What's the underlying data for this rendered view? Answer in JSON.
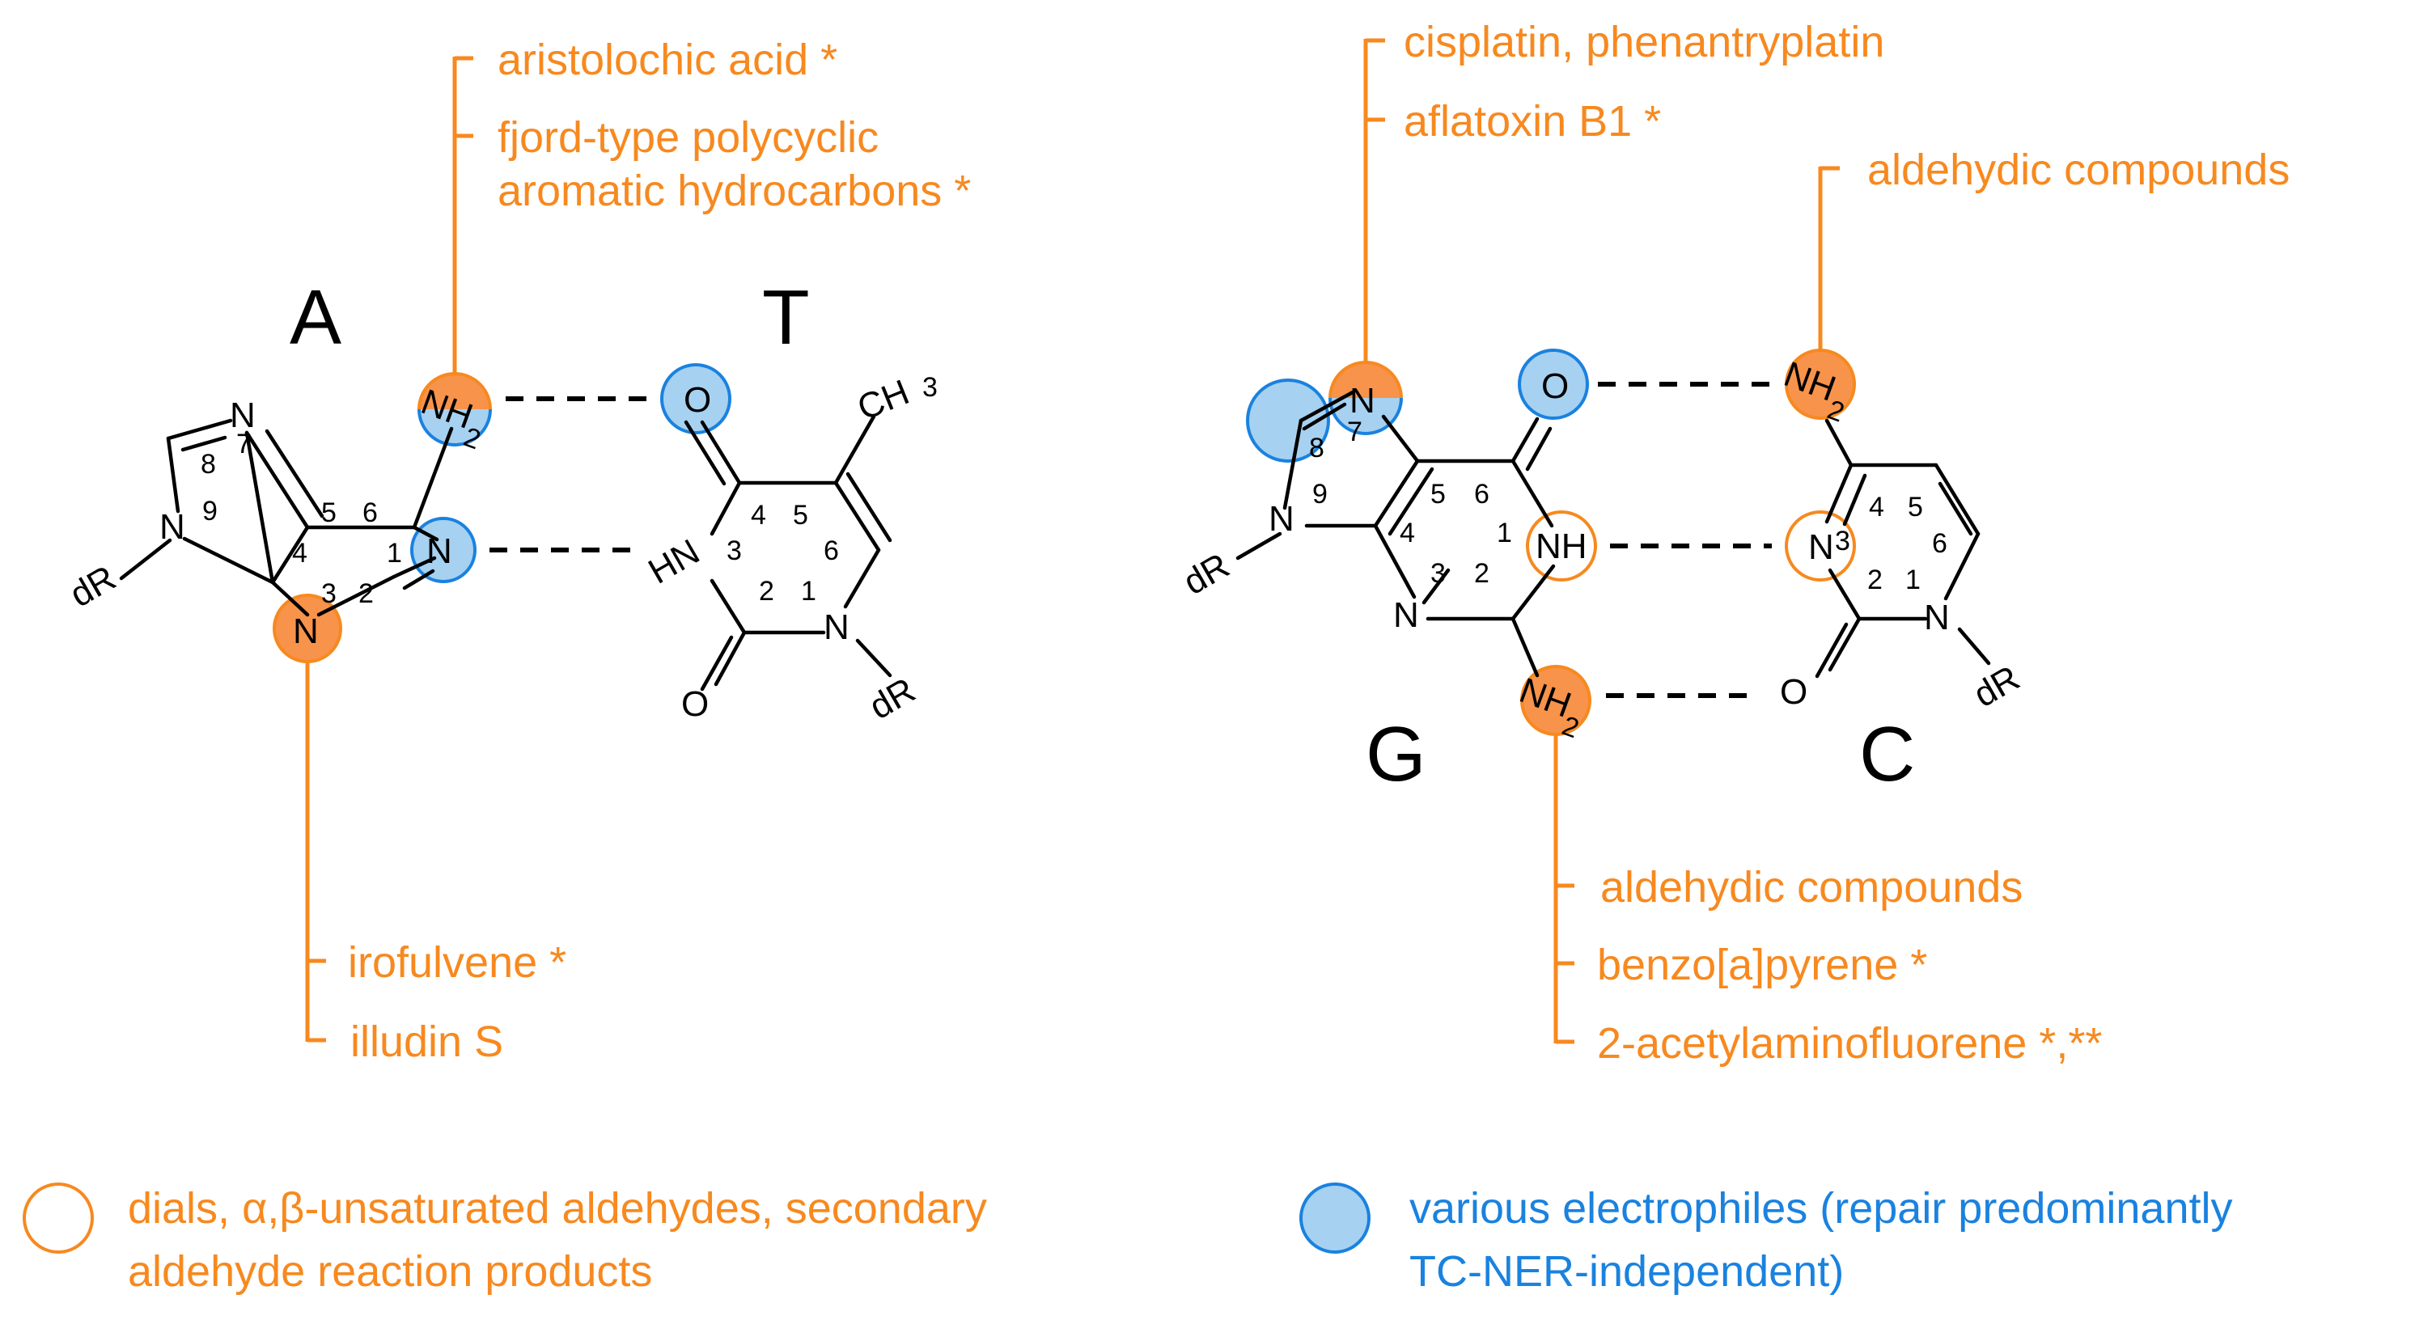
{
  "colors": {
    "orange": "#f7891f",
    "orange_fill": "#f7934b",
    "blue": "#1a82df",
    "blue_fill": "#a7d1f1",
    "black": "#000000"
  },
  "bases": {
    "A": {
      "label": "A",
      "ring_numbers": [
        "1",
        "2",
        "3",
        "4",
        "5",
        "6",
        "7",
        "8",
        "9"
      ],
      "atoms": {
        "n1": "N",
        "n3": "N",
        "n7": "N",
        "n9": "N",
        "nh": "NH",
        "sub2": "2",
        "dR": "dR"
      }
    },
    "T": {
      "label": "T",
      "ring_numbers": [
        "1",
        "2",
        "3",
        "4",
        "5",
        "6"
      ],
      "atoms": {
        "o4": "O",
        "o2": "O",
        "hn": "HN",
        "n1": "N",
        "ch": "CH",
        "sub3": "3",
        "dR": "dR"
      }
    },
    "G": {
      "label": "G",
      "ring_numbers": [
        "1",
        "2",
        "3",
        "4",
        "5",
        "6",
        "7",
        "8",
        "9"
      ],
      "atoms": {
        "o6": "O",
        "n1h": "NH",
        "n3": "N",
        "n7": "N",
        "n9": "N",
        "nh": "NH",
        "sub2": "2",
        "dR": "dR"
      }
    },
    "C": {
      "label": "C",
      "ring_numbers": [
        "1",
        "2",
        "3",
        "4",
        "5",
        "6"
      ],
      "atoms": {
        "nh": "NH",
        "sub2": "2",
        "n3": "N",
        "n1": "N",
        "o2": "O",
        "dR": "dR"
      }
    }
  },
  "annotations": {
    "a_n6": [
      "aristolochic acid *",
      "fjord-type polycyclic",
      "aromatic hydrocarbons *"
    ],
    "a_n3": [
      "irofulvene *",
      "illudin S"
    ],
    "g_n7": [
      "cisplatin, phenantryplatin",
      "aflatoxin B1 *"
    ],
    "c_n4": [
      "aldehydic compounds"
    ],
    "g_n2": [
      "aldehydic compounds",
      "benzo[a]pyrene *",
      "2-acetylaminofluorene *,**"
    ]
  },
  "legend": {
    "orange_line1": "dials, α,β-unsaturated aldehydes, secondary",
    "orange_line2": "aldehyde reaction products",
    "blue_line1": "various electrophiles (repair predominantly",
    "blue_line2": "TC-NER-independent)"
  }
}
